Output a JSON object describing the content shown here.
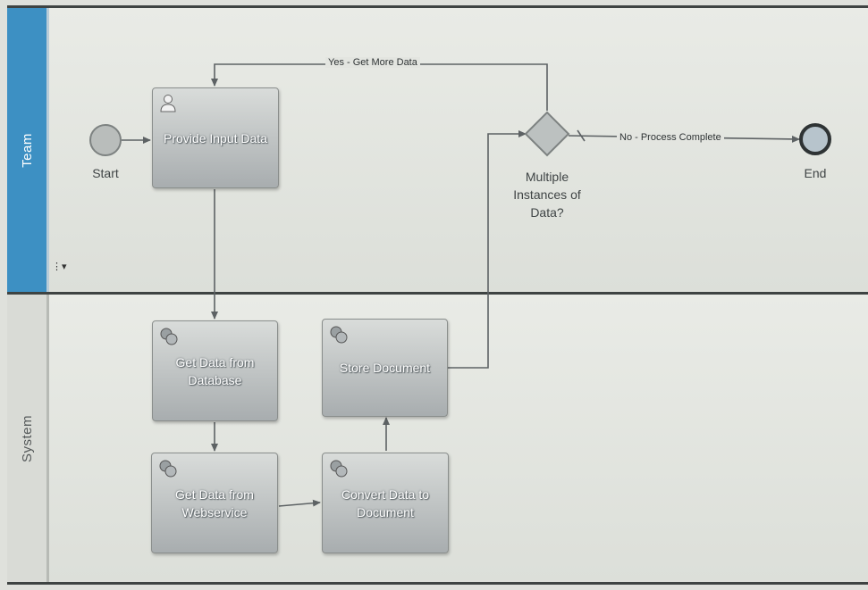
{
  "lanes": {
    "team": {
      "label": "Team",
      "header_color": "#3d90c3"
    },
    "system": {
      "label": "System"
    }
  },
  "events": {
    "start": {
      "label": "Start"
    },
    "end": {
      "label": "End"
    }
  },
  "gateway": {
    "label": "Multiple Instances of Data?"
  },
  "tasks": {
    "provide_input": {
      "label": "Provide Input Data",
      "icon": "user-task-icon"
    },
    "get_db": {
      "label": "Get Data from Database",
      "icon": "service-task-icon"
    },
    "get_ws": {
      "label": "Get Data from Webservice",
      "icon": "service-task-icon"
    },
    "convert": {
      "label": "Convert Data to Document",
      "icon": "service-task-icon"
    },
    "store": {
      "label": "Store Document",
      "icon": "service-task-icon"
    }
  },
  "flows": {
    "yes_label": "Yes - Get More Data",
    "no_label": "No - Process Complete"
  }
}
